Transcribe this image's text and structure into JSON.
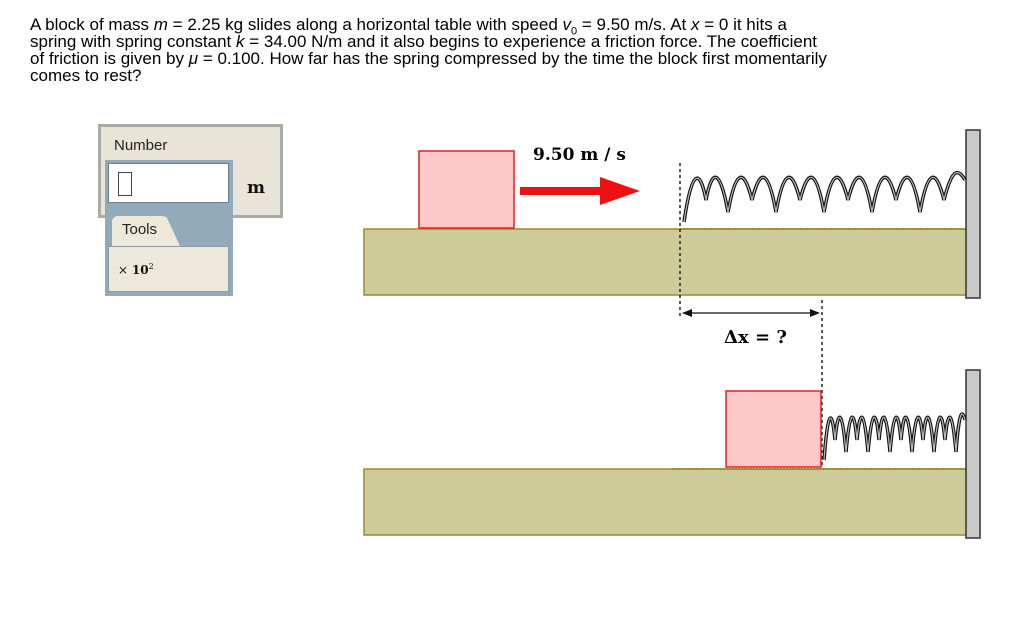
{
  "question": {
    "line1_a": "A block of mass ",
    "m_var": "m",
    "line1_b": " = 2.25 kg slides along a horizontal table with speed ",
    "v_var": "v",
    "v_sub": "0",
    "line1_c": " = 9.50 m/s. At ",
    "x_var": "x",
    "line1_d": " = 0 it hits a",
    "line2_a": "spring with spring constant ",
    "k_var": "k",
    "line2_b": " = 34.00 N/m and it also begins to experience a friction force. The coefficient",
    "line3_a": "of friction is given by ",
    "mu_var": "μ",
    "line3_b": " = 0.100. How far has the spring compressed by the time the block first momentarily",
    "line4": "comes to rest?"
  },
  "answer": {
    "label": "Number",
    "value": "",
    "unit": "m",
    "tools_label": "Tools",
    "sci_times": "× ",
    "sci_base": "10",
    "sci_exp": "2"
  },
  "figure": {
    "speed_label": "9.50  m / s",
    "dx_label": "Δx = ?"
  },
  "colors": {
    "block_fill": "#ffc8c8",
    "block_stroke": "#dd2222",
    "table_fill": "#cdcb98",
    "arrow": "#ee1111",
    "wall": "#c9c9c9"
  }
}
